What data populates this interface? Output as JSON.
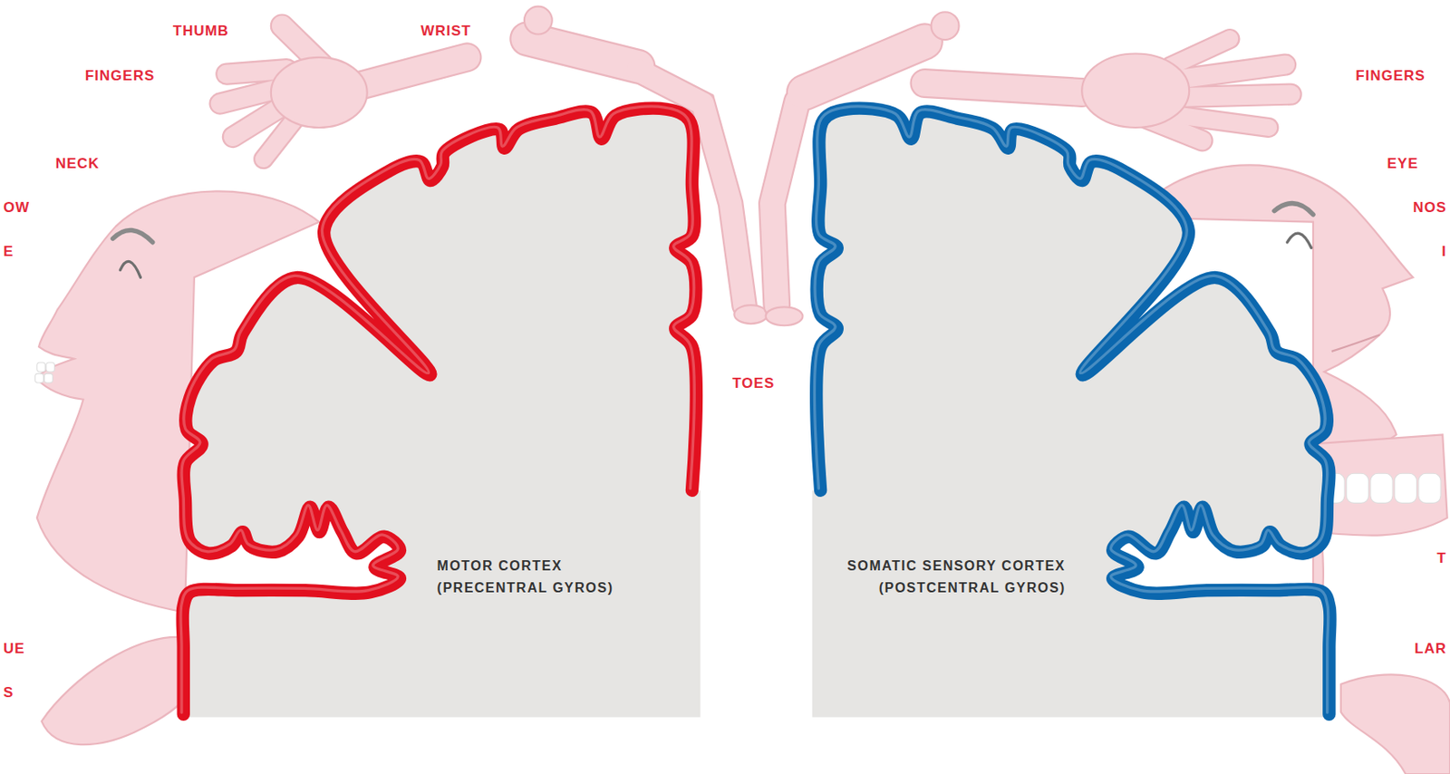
{
  "diagram": {
    "nodes": [
      {
        "text": [
          "MOTOR CORTEX (PRECENTRAL GYROS)"
        ]
      },
      {
        "text": [
          "SOMATIC SENSORY CORTEX (POSTCENTRAL GYROS)"
        ]
      }
    ],
    "labels": [
      "THUMB",
      "WRIST",
      "FINGERS",
      "NECK",
      "OW",
      "E",
      "UE",
      "S",
      "TOES",
      "FINGERS",
      "EYE",
      "NOS",
      "I",
      "T",
      "LAR"
    ]
  }
}
